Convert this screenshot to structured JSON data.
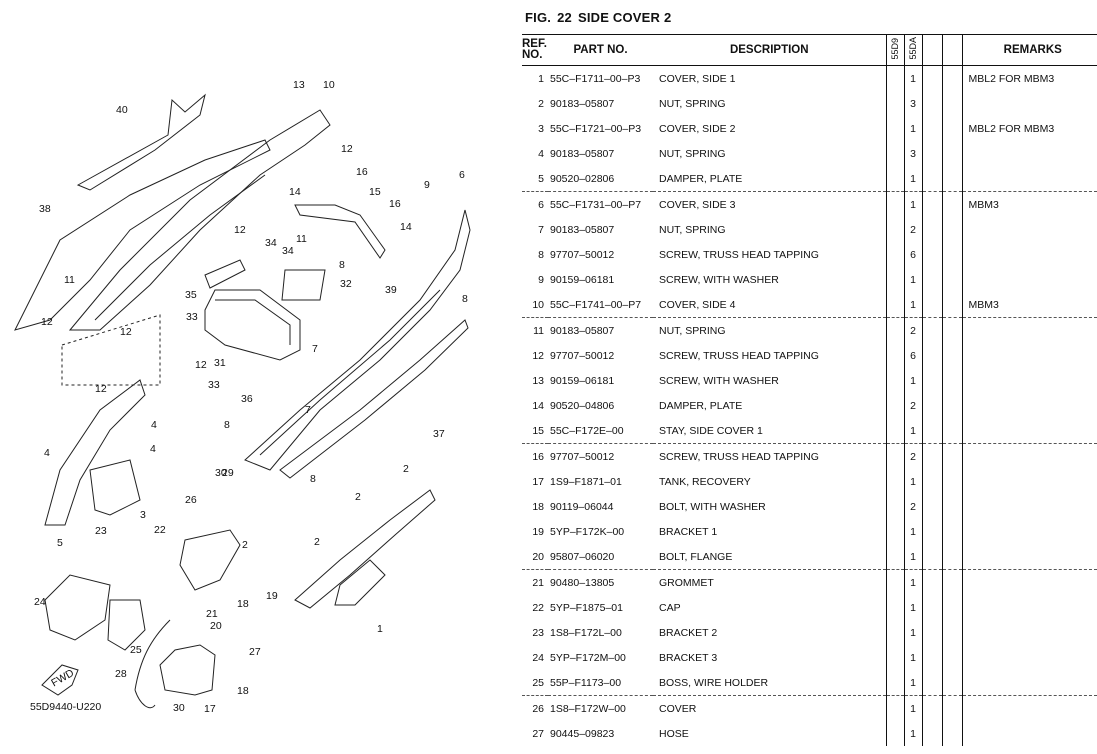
{
  "figure": {
    "label": "FIG.",
    "number": "22",
    "title": "SIDE COVER 2"
  },
  "diagram": {
    "code": "55D9440-U220",
    "fwd_label": "FWD",
    "callouts": [
      "1",
      "2",
      "2",
      "2",
      "2",
      "3",
      "4",
      "4",
      "4",
      "5",
      "6",
      "7",
      "7",
      "8",
      "8",
      "8",
      "8",
      "9",
      "10",
      "11",
      "11",
      "12",
      "12",
      "12",
      "12",
      "12",
      "12",
      "13",
      "14",
      "14",
      "15",
      "16",
      "16",
      "17",
      "18",
      "18",
      "19",
      "20",
      "21",
      "22",
      "23",
      "24",
      "25",
      "26",
      "27",
      "28",
      "29",
      "30",
      "30",
      "31",
      "32",
      "33",
      "33",
      "34",
      "34",
      "35",
      "36",
      "37",
      "38",
      "39",
      "40"
    ]
  },
  "table": {
    "headers": {
      "ref": "REF. NO.",
      "ref_line1": "REF.",
      "ref_line2": "NO.",
      "part_no": "PART NO.",
      "description": "DESCRIPTION",
      "model1": "55D9",
      "model2": "55DA",
      "remarks": "REMARKS"
    },
    "rows": [
      {
        "ref": "1",
        "part_no": "55C–F1711–00–P3",
        "desc": "COVER, SIDE 1",
        "q1": "",
        "q2": "1",
        "remarks": "MBL2 FOR MBM3",
        "group": true
      },
      {
        "ref": "2",
        "part_no": "90183–05807",
        "desc": "NUT, SPRING",
        "q1": "",
        "q2": "3",
        "remarks": "",
        "group": false
      },
      {
        "ref": "3",
        "part_no": "55C–F1721–00–P3",
        "desc": "COVER, SIDE 2",
        "q1": "",
        "q2": "1",
        "remarks": "MBL2 FOR MBM3",
        "group": false
      },
      {
        "ref": "4",
        "part_no": "90183–05807",
        "desc": "NUT, SPRING",
        "q1": "",
        "q2": "3",
        "remarks": "",
        "group": false
      },
      {
        "ref": "5",
        "part_no": "90520–02806",
        "desc": "DAMPER, PLATE",
        "q1": "",
        "q2": "1",
        "remarks": "",
        "group": false
      },
      {
        "ref": "6",
        "part_no": "55C–F1731–00–P7",
        "desc": "COVER, SIDE 3",
        "q1": "",
        "q2": "1",
        "remarks": "MBM3",
        "group": true
      },
      {
        "ref": "7",
        "part_no": "90183–05807",
        "desc": "NUT, SPRING",
        "q1": "",
        "q2": "2",
        "remarks": "",
        "group": false
      },
      {
        "ref": "8",
        "part_no": "97707–50012",
        "desc": "SCREW, TRUSS HEAD TAPPING",
        "q1": "",
        "q2": "6",
        "remarks": "",
        "group": false
      },
      {
        "ref": "9",
        "part_no": "90159–06181",
        "desc": "SCREW, WITH WASHER",
        "q1": "",
        "q2": "1",
        "remarks": "",
        "group": false
      },
      {
        "ref": "10",
        "part_no": "55C–F1741–00–P7",
        "desc": "COVER, SIDE 4",
        "q1": "",
        "q2": "1",
        "remarks": "MBM3",
        "group": false
      },
      {
        "ref": "11",
        "part_no": "90183–05807",
        "desc": "NUT, SPRING",
        "q1": "",
        "q2": "2",
        "remarks": "",
        "group": true
      },
      {
        "ref": "12",
        "part_no": "97707–50012",
        "desc": "SCREW, TRUSS HEAD TAPPING",
        "q1": "",
        "q2": "6",
        "remarks": "",
        "group": false
      },
      {
        "ref": "13",
        "part_no": "90159–06181",
        "desc": "SCREW, WITH WASHER",
        "q1": "",
        "q2": "1",
        "remarks": "",
        "group": false
      },
      {
        "ref": "14",
        "part_no": "90520–04806",
        "desc": "DAMPER, PLATE",
        "q1": "",
        "q2": "2",
        "remarks": "",
        "group": false
      },
      {
        "ref": "15",
        "part_no": "55C–F172E–00",
        "desc": "STAY, SIDE COVER 1",
        "q1": "",
        "q2": "1",
        "remarks": "",
        "group": false
      },
      {
        "ref": "16",
        "part_no": "97707–50012",
        "desc": "SCREW, TRUSS HEAD TAPPING",
        "q1": "",
        "q2": "2",
        "remarks": "",
        "group": true
      },
      {
        "ref": "17",
        "part_no": "1S9–F1871–01",
        "desc": "TANK, RECOVERY",
        "q1": "",
        "q2": "1",
        "remarks": "",
        "group": false
      },
      {
        "ref": "18",
        "part_no": "90119–06044",
        "desc": "BOLT, WITH WASHER",
        "q1": "",
        "q2": "2",
        "remarks": "",
        "group": false
      },
      {
        "ref": "19",
        "part_no": "5YP–F172K–00",
        "desc": "BRACKET 1",
        "q1": "",
        "q2": "1",
        "remarks": "",
        "group": false
      },
      {
        "ref": "20",
        "part_no": "95807–06020",
        "desc": "BOLT, FLANGE",
        "q1": "",
        "q2": "1",
        "remarks": "",
        "group": false
      },
      {
        "ref": "21",
        "part_no": "90480–13805",
        "desc": "GROMMET",
        "q1": "",
        "q2": "1",
        "remarks": "",
        "group": true
      },
      {
        "ref": "22",
        "part_no": "5YP–F1875–01",
        "desc": "CAP",
        "q1": "",
        "q2": "1",
        "remarks": "",
        "group": false
      },
      {
        "ref": "23",
        "part_no": "1S8–F172L–00",
        "desc": "BRACKET 2",
        "q1": "",
        "q2": "1",
        "remarks": "",
        "group": false
      },
      {
        "ref": "24",
        "part_no": "5YP–F172M–00",
        "desc": "BRACKET 3",
        "q1": "",
        "q2": "1",
        "remarks": "",
        "group": false
      },
      {
        "ref": "25",
        "part_no": "55P–F1173–00",
        "desc": "BOSS, WIRE HOLDER",
        "q1": "",
        "q2": "1",
        "remarks": "",
        "group": false
      },
      {
        "ref": "26",
        "part_no": "1S8–F172W–00",
        "desc": "COVER",
        "q1": "",
        "q2": "1",
        "remarks": "",
        "group": true
      },
      {
        "ref": "27",
        "part_no": "90445–09823",
        "desc": "HOSE",
        "q1": "",
        "q2": "1",
        "remarks": "",
        "group": false
      }
    ]
  }
}
